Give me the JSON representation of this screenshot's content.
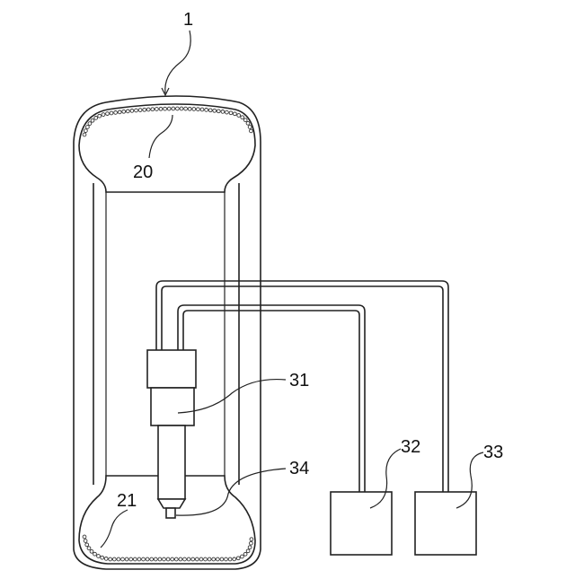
{
  "labels": {
    "tire": "1",
    "upper_beads": "20",
    "lower_beads": "21",
    "device": "31",
    "box_left": "32",
    "box_right": "33",
    "nozzle": "34"
  }
}
